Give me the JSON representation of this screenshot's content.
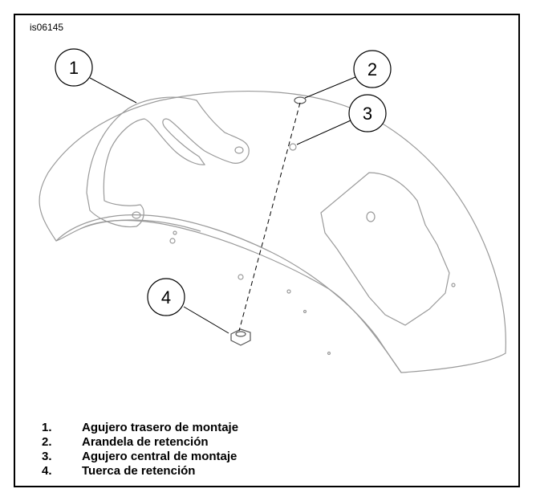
{
  "figure_id": "is06145",
  "callouts": [
    "1",
    "2",
    "3",
    "4"
  ],
  "legend": [
    {
      "num": "1.",
      "text": "Agujero trasero de montaje"
    },
    {
      "num": "2.",
      "text": "Arandela de retención"
    },
    {
      "num": "3.",
      "text": "Agujero central de montaje"
    },
    {
      "num": "4.",
      "text": "Tuerca de retención"
    }
  ]
}
